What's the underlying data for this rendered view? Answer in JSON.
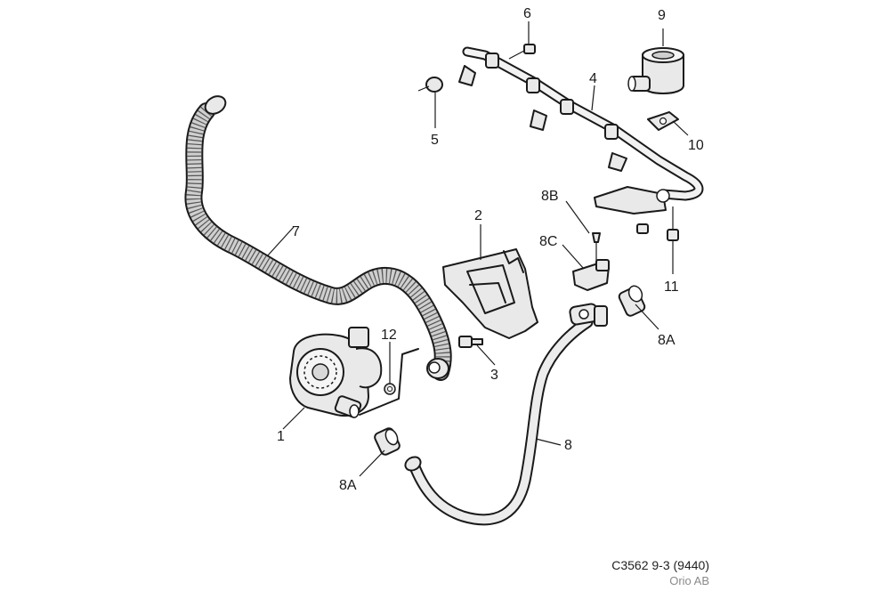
{
  "diagram": {
    "callouts": [
      {
        "id": "c1",
        "label": "1"
      },
      {
        "id": "c2",
        "label": "2"
      },
      {
        "id": "c3",
        "label": "3"
      },
      {
        "id": "c4",
        "label": "4"
      },
      {
        "id": "c5",
        "label": "5"
      },
      {
        "id": "c6",
        "label": "6"
      },
      {
        "id": "c7",
        "label": "7"
      },
      {
        "id": "c8",
        "label": "8"
      },
      {
        "id": "c8a1",
        "label": "8A"
      },
      {
        "id": "c8a2",
        "label": "8A"
      },
      {
        "id": "c8b",
        "label": "8B"
      },
      {
        "id": "c8c",
        "label": "8C"
      },
      {
        "id": "c9",
        "label": "9"
      },
      {
        "id": "c10",
        "label": "10"
      },
      {
        "id": "c11",
        "label": "11"
      },
      {
        "id": "c12",
        "label": "12"
      }
    ]
  },
  "footer": {
    "drawing_code": "C3562 9-3 (9440)",
    "copyright": "Orio AB"
  }
}
